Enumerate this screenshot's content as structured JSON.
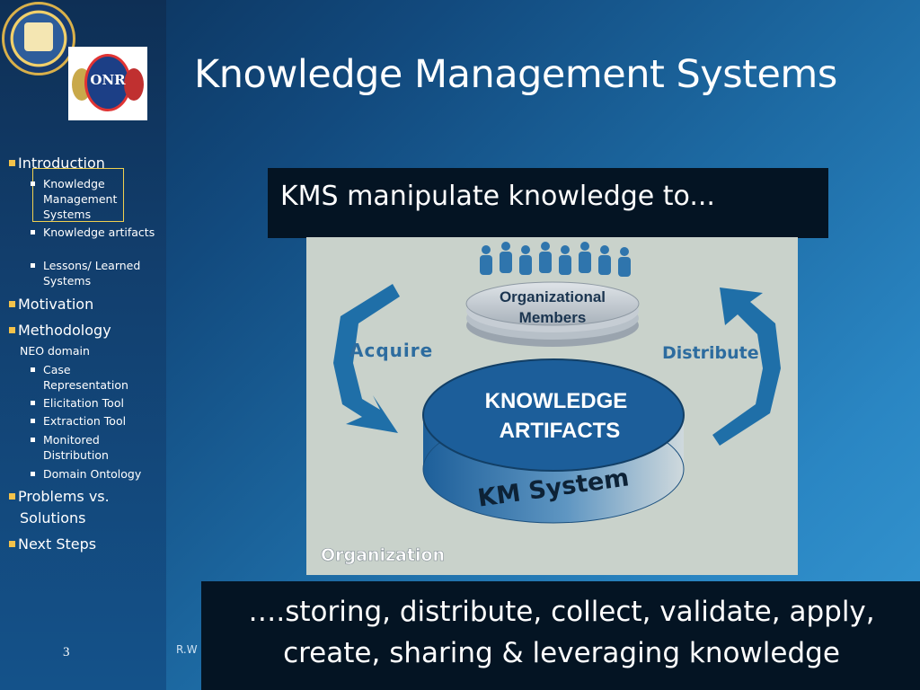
{
  "slide": {
    "title": "Knowledge Management Systems",
    "page_number": "3",
    "footer_text": "R.W"
  },
  "logos": {
    "onr_text": "ONR"
  },
  "nav": {
    "introduction": "Introduction",
    "intro_subs": [
      "Knowledge Management Systems",
      "Knowledge artifacts",
      "Lessons/ Learned Systems"
    ],
    "motivation": "Motivation",
    "methodology": "Methodology",
    "neo_domain": "NEO domain",
    "method_subs": [
      "Case Representation",
      "Elicitation Tool",
      "Extraction Tool",
      "Monitored Distribution",
      "Domain Ontology"
    ],
    "problems_line1": "Problems vs.",
    "problems_line2": "Solutions",
    "next_steps": "Next Steps"
  },
  "callouts": {
    "top": "KMS manipulate knowledge to...",
    "bottom_line1": "….storing, distribute, collect, validate, apply,",
    "bottom_line2": "create, sharing & leveraging knowledge"
  },
  "diagram": {
    "members_line1": "Organizational",
    "members_line2": "Members",
    "acquire": "Acquire",
    "distribute": "Distribute",
    "artifacts_line1": "KNOWLEDGE",
    "artifacts_line2": "ARTIFACTS",
    "km_system": "KM System",
    "organization": "Organization"
  },
  "colors": {
    "arrow": "#1f6fa8",
    "disk_top": "#1a5f9c",
    "diagram_bg": "#c9d2cb",
    "bullet_accent": "#f4c24a"
  }
}
